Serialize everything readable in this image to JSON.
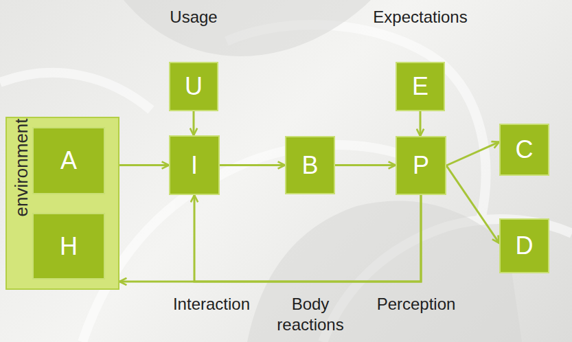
{
  "diagram": {
    "nodes": [
      {
        "text": [
          "environment"
        ]
      },
      {
        "text": [
          "A"
        ],
        "in": 0
      },
      {
        "text": [
          "H"
        ],
        "in": 0
      },
      {
        "text": [
          "U"
        ]
      },
      {
        "text": [
          "E"
        ]
      },
      {
        "text": [
          "I"
        ]
      },
      {
        "text": [
          "B"
        ]
      },
      {
        "text": [
          "P"
        ]
      },
      {
        "text": [
          "C"
        ]
      },
      {
        "text": [
          "D"
        ]
      }
    ],
    "edges": [
      {
        "from": 1,
        "to": 2,
        "arrow": "both"
      },
      {
        "from": 0,
        "to": 5,
        "arrow": "to"
      },
      {
        "from": 3,
        "to": 5,
        "arrow": "to"
      },
      {
        "from": 5,
        "to": 6,
        "arrow": "to"
      },
      {
        "from": 6,
        "to": 7,
        "arrow": "to"
      },
      {
        "from": 4,
        "to": 7,
        "arrow": "to"
      },
      {
        "from": 7,
        "to": 8,
        "arrow": "to"
      },
      {
        "from": 7,
        "to": 9,
        "arrow": "to"
      },
      {
        "from": 7,
        "to": 0,
        "arrow": "to"
      },
      {
        "from": 7,
        "to": 5,
        "arrow": "to"
      }
    ],
    "labels": [
      "Usage",
      "Expectations",
      "Interaction",
      "Body reactions",
      "Perception"
    ]
  }
}
